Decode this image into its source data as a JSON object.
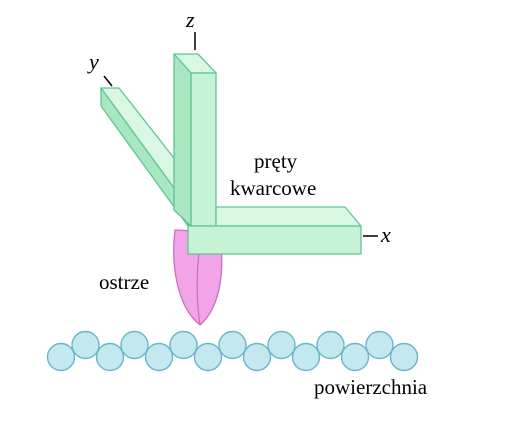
{
  "colors": {
    "rod_front": "#c6f2d6",
    "rod_side": "#a9e7c0",
    "rod_top": "#d9f8e4",
    "rod_stroke": "#62c495",
    "tip_fill": "#f3a3e8",
    "tip_stroke": "#c86fc0",
    "atom_fill": "#c4e8ef",
    "atom_stroke": "#6bb5c8",
    "line": "#000000"
  },
  "axes": {
    "x": "x",
    "y": "y",
    "z": "z"
  },
  "labels": {
    "rods_line1": "pręty",
    "rods_line2": "kwarcowe",
    "tip": "ostrze",
    "surface": "powierzchnia"
  },
  "surface_atom_count": 15
}
